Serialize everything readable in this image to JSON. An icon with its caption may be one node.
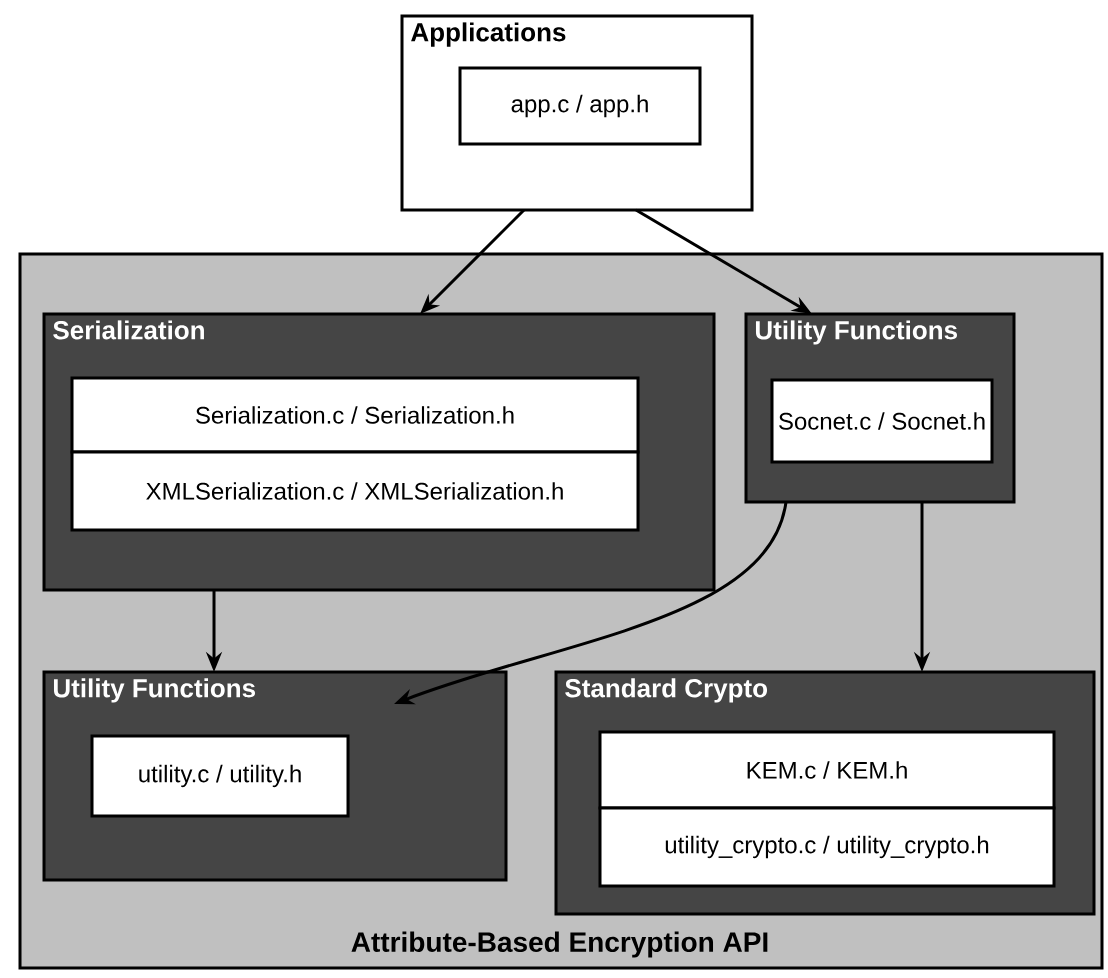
{
  "diagram": {
    "nodes": [
      {
        "text": [
          "Applications"
        ]
      },
      {
        "text": [
          "app.c / app.h"
        ],
        "in": 0
      },
      {
        "text": [
          "Attribute-Based Encryption API"
        ]
      },
      {
        "text": [
          "Serialization"
        ],
        "in": 2
      },
      {
        "text": [
          "Serialization.c / Serialization.h"
        ],
        "in": 3
      },
      {
        "text": [
          "XMLSerialization.c / XMLSerialization.h"
        ],
        "in": 3
      },
      {
        "text": [
          "Utility Functions"
        ],
        "in": 2
      },
      {
        "text": [
          "Socnet.c / Socnet.h"
        ],
        "in": 6
      },
      {
        "text": [
          "Utility Functions"
        ],
        "in": 2
      },
      {
        "text": [
          "utility.c / utility.h"
        ],
        "in": 8
      },
      {
        "text": [
          "Standard Crypto"
        ],
        "in": 2
      },
      {
        "text": [
          "KEM.c / KEM.h"
        ],
        "in": 10
      },
      {
        "text": [
          "utility_crypto.c / utility_crypto.h"
        ],
        "in": 10
      }
    ],
    "edges": [
      {
        "from": 0,
        "to": 3,
        "arrow": "to"
      },
      {
        "from": 0,
        "to": 6,
        "arrow": "to"
      },
      {
        "from": 3,
        "to": 8,
        "arrow": "to"
      },
      {
        "from": 6,
        "to": 8,
        "arrow": "to"
      },
      {
        "from": 6,
        "to": 10,
        "arrow": "to"
      }
    ]
  }
}
